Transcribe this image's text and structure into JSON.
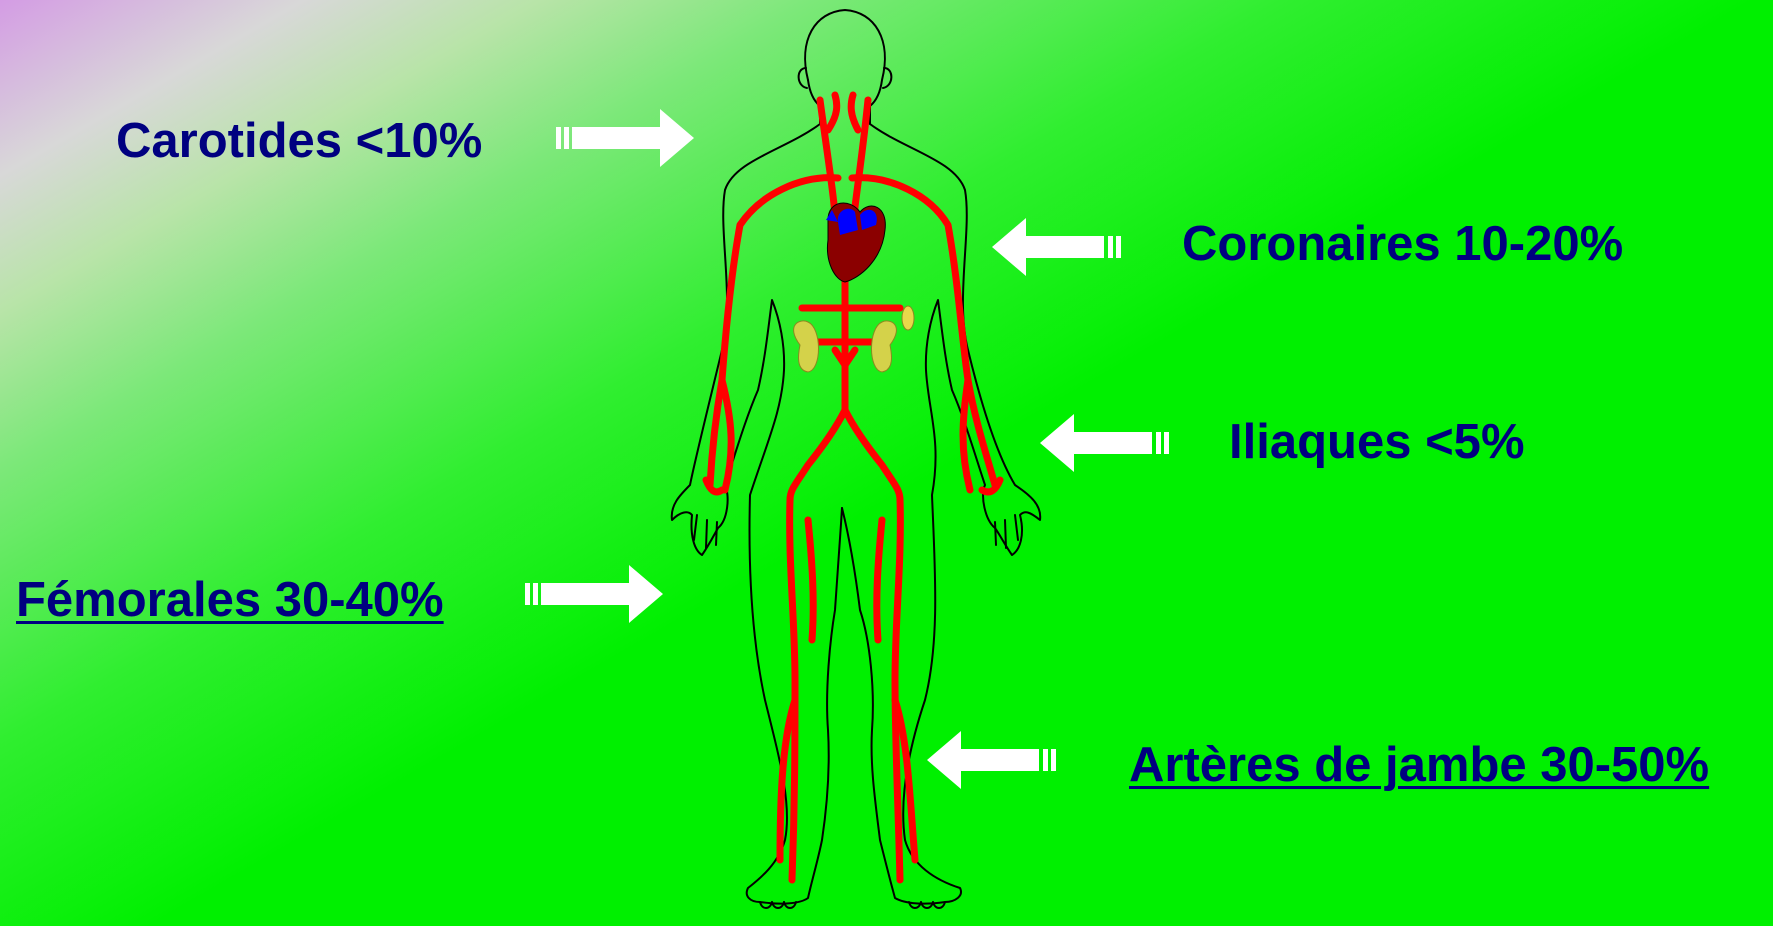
{
  "labels": {
    "carotides": "Carotides <10%",
    "coronaires": "Coronaires 10-20%",
    "iliaques": "Iliaques <5%",
    "femorales": "Fémorales 30-40%",
    "arteres_jambe": "Artères de jambe 30-50%"
  },
  "colors": {
    "text": "#000080",
    "artery": "#ff0000",
    "heart": "#8b0000",
    "vein": "#0000ff",
    "kidney": "#d4d24a",
    "arrow": "#ffffff",
    "outline": "#000000"
  },
  "icons": {
    "arrow_right": "arrow-right-icon",
    "arrow_left": "arrow-left-icon",
    "body": "human-body-outline",
    "heart": "heart-icon",
    "kidney": "kidney-icon"
  }
}
